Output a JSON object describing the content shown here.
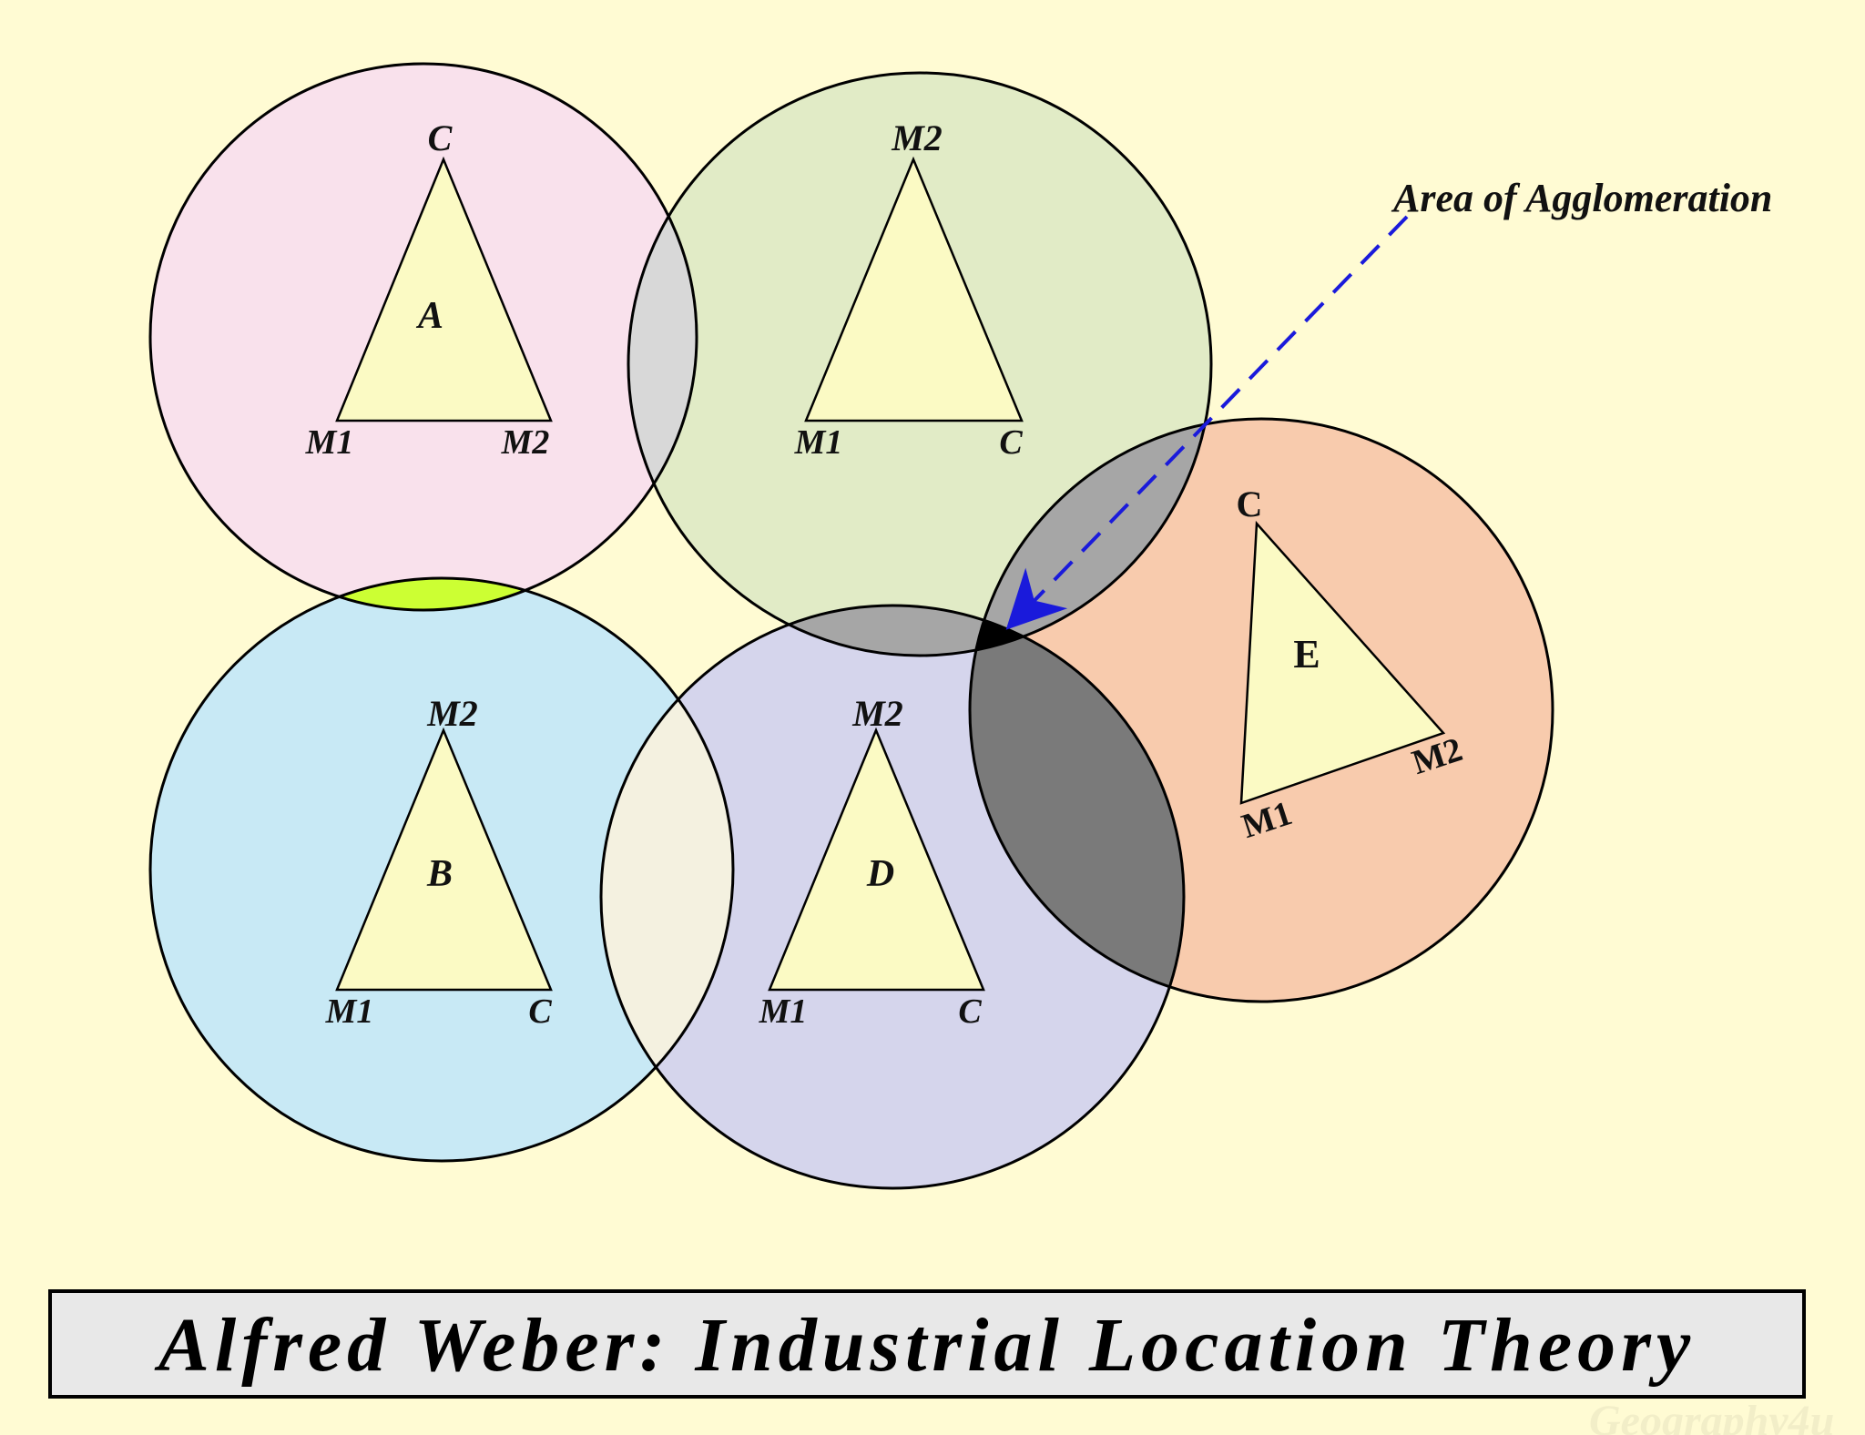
{
  "title": "Alfred Weber: Industrial Location Theory",
  "annotation": "Area of Agglomeration",
  "watermark": "Geography4u",
  "colors": {
    "background": "#fffbd3",
    "circle_a": "#f9e1ec",
    "circle_b": "#c8e9f5",
    "circle_c": "#e1ebc6",
    "circle_d": "#d5d5ec",
    "circle_e": "#f8cbad",
    "triangle_fill": "#fbfac4",
    "overlap_two": "#a6a6a6",
    "overlap_ab": "#ccff33",
    "overlap_three": "#7a7a7a",
    "overlap_center": "#000000",
    "arrow": "#1a1adb",
    "title_box": "#e8e8e8"
  },
  "units": [
    {
      "id": "A",
      "label": "A",
      "vertices": [
        "C",
        "M1",
        "M2"
      ]
    },
    {
      "id": "C",
      "label": "",
      "vertices": [
        "M2",
        "M1",
        "C"
      ]
    },
    {
      "id": "B",
      "label": "B",
      "vertices": [
        "M2",
        "M1",
        "C"
      ]
    },
    {
      "id": "D",
      "label": "D",
      "vertices": [
        "M2",
        "M1",
        "C"
      ]
    },
    {
      "id": "E",
      "label": "E",
      "vertices": [
        "C",
        "M1",
        "M2"
      ]
    }
  ]
}
